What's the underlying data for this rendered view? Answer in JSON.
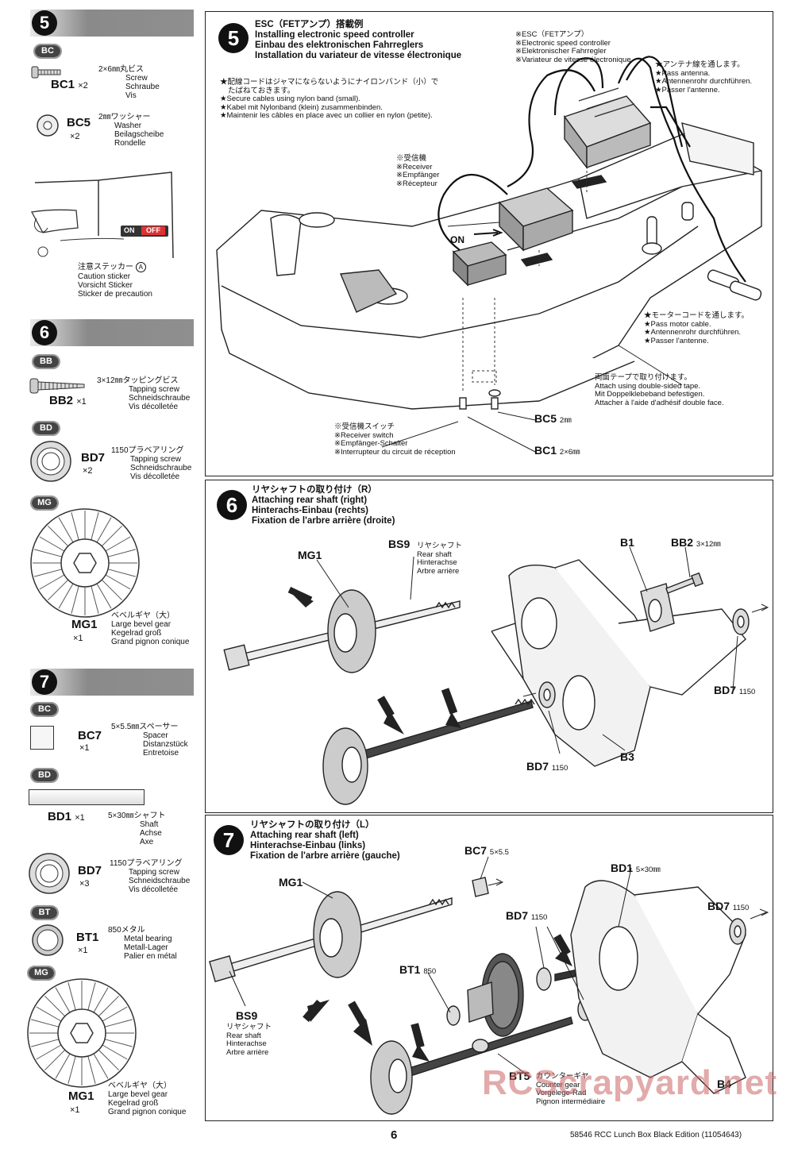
{
  "sidebar": {
    "step5": {
      "number": "5",
      "bags": [
        {
          "bag": "BC",
          "code": "BC1",
          "qty": "×2",
          "spec": "2×6㎜丸ビス",
          "names": [
            "Screw",
            "Schraube",
            "Vis"
          ]
        },
        {
          "code": "BC5",
          "qty": "×2",
          "spec": "2㎜ワッシャー",
          "names": [
            "Washer",
            "Beilagscheibe",
            "Rondelle"
          ]
        }
      ],
      "switch_on": "ON",
      "switch_off": "OFF",
      "sticker_jp": "注意ステッカー",
      "sticker_mark": "A",
      "sticker_names": [
        "Caution sticker",
        "Vorsicht Sticker",
        "Sticker de precaution"
      ]
    },
    "step6": {
      "number": "6",
      "parts": [
        {
          "bag": "BB",
          "code": "BB2",
          "qty": "×1",
          "spec": "3×12㎜タッピングビス",
          "names": [
            "Tapping screw",
            "Schneidschraube",
            "Vis décolletée"
          ]
        },
        {
          "bag": "BD",
          "code": "BD7",
          "qty": "×2",
          "spec": "1150プラベアリング",
          "names": [
            "Tapping screw",
            "Schneidschraube",
            "Vis décolletée"
          ]
        },
        {
          "bag": "MG",
          "code": "MG1",
          "qty": "×1",
          "spec": "ベベルギヤ（大）",
          "names": [
            "Large bevel gear",
            "Kegelrad groß",
            "Grand pignon conique"
          ]
        }
      ]
    },
    "step7": {
      "number": "7",
      "parts": [
        {
          "bag": "BC",
          "code": "BC7",
          "qty": "×1",
          "spec": "5×5.5㎜スペーサー",
          "names": [
            "Spacer",
            "Distanzstück",
            "Entretoise"
          ]
        },
        {
          "bag": "BD",
          "code": "BD1",
          "qty": "×1",
          "spec": "5×30㎜シャフト",
          "names": [
            "Shaft",
            "Achse",
            "Axe"
          ]
        },
        {
          "code": "BD7",
          "qty": "×3",
          "spec": "1150プラベアリング",
          "names": [
            "Tapping screw",
            "Schneidschraube",
            "Vis décolletée"
          ]
        },
        {
          "bag": "BT",
          "code": "BT1",
          "qty": "×1",
          "spec": "850メタル",
          "names": [
            "Metal bearing",
            "Metall-Lager",
            "Palier en métal"
          ]
        },
        {
          "bag": "MG",
          "code": "MG1",
          "qty": "×1",
          "spec": "ベベルギヤ（大）",
          "names": [
            "Large bevel gear",
            "Kegelrad groß",
            "Grand pignon conique"
          ]
        }
      ]
    }
  },
  "panel5": {
    "number": "5",
    "title": [
      "ESC（FETアンプ）搭載例",
      "Installing electronic speed controller",
      "Einbau des elektronischen Fahrreglers",
      "Installation du variateur de vitesse électronique"
    ],
    "cable_note": [
      "★配線コードはジャマにならないようにナイロンバンド（小）で",
      "たばねておきます。",
      "★Secure cables using nylon band (small).",
      "★Kabel mit Nylonband (klein) zusammenbinden.",
      "★Maintenir les câbles en place avec un collier en nylon (petite)."
    ],
    "esc_note": [
      "※ESC（FETアンプ）",
      "※Electronic speed controller",
      "※Elektronischer Fahrregler",
      "※Variateur de vitesse électronique"
    ],
    "antenna_note": [
      "★アンテナ線を通します。",
      "★Pass antenna.",
      "★Antennenrohr durchführen.",
      "★Passer l'antenne."
    ],
    "receiver_note": [
      "※受信機",
      "※Receiver",
      "※Empfänger",
      "※Récepteur"
    ],
    "on_label": "ON",
    "motor_note": [
      "★モーターコードを通します。",
      "★Pass motor cable.",
      "★Antennenrohr durchführen.",
      "★Passer l'antenne."
    ],
    "tape_note": [
      "両面テープで取り付けます。",
      "Attach using double-sided tape.",
      "Mit Doppelklebeband befestigen.",
      "Attacher à l'aide d'adhésif double face."
    ],
    "switch_note": [
      "※受信機スイッチ",
      "※Receiver switch",
      "※Empfänger-Schalter",
      "※Interrupteur du circuit de réception"
    ],
    "bc5": "BC5",
    "bc5_size": "2㎜",
    "bc1": "BC1",
    "bc1_size": "2×6㎜"
  },
  "panel6": {
    "number": "6",
    "title": [
      "リヤシャフトの取り付け（R）",
      "Attaching rear shaft (right)",
      "Hinterachs-Einbau (rechts)",
      "Fixation de l'arbre arrière (droite)"
    ],
    "mg1": "MG1",
    "bs9": "BS9",
    "bs9_names": [
      "リヤシャフト",
      "Rear shaft",
      "Hinterachse",
      "Arbre arrière"
    ],
    "b1": "B1",
    "bb2": "BB2",
    "bb2_size": "3×12㎜",
    "bd7_right": "BD7",
    "bd7_right_size": "1150",
    "bd7_left": "BD7",
    "bd7_left_size": "1150",
    "b3": "B3"
  },
  "panel7": {
    "number": "7",
    "title": [
      "リヤシャフトの取り付け（L）",
      "Attaching rear shaft (left)",
      "Hinterachse-Einbau (links)",
      "Fixation de l'arbre arrière (gauche)"
    ],
    "bc7": "BC7",
    "bc7_size": "5×5.5",
    "mg1": "MG1",
    "bd1": "BD1",
    "bd1_size": "5×30㎜",
    "bd7_a": "BD7",
    "bd7_a_size": "1150",
    "bd7_b": "BD7",
    "bd7_b_size": "1150",
    "bt1": "BT1",
    "bt1_size": "850",
    "bs9": "BS9",
    "bs9_names": [
      "リヤシャフト",
      "Rear shaft",
      "Hinterachse",
      "Arbre arrière"
    ],
    "bt5": "BT5",
    "bt5_jp": "カウンターギヤ",
    "bt5_names": [
      "Counter gear",
      "Vorgelege-Rad",
      "Pignon intermédiaire"
    ],
    "b4": "B4"
  },
  "footer": {
    "page": "6",
    "text": "58546  RCC Lunch Box Black Edition (11054643)"
  },
  "watermark": "RCScrapyard.net"
}
